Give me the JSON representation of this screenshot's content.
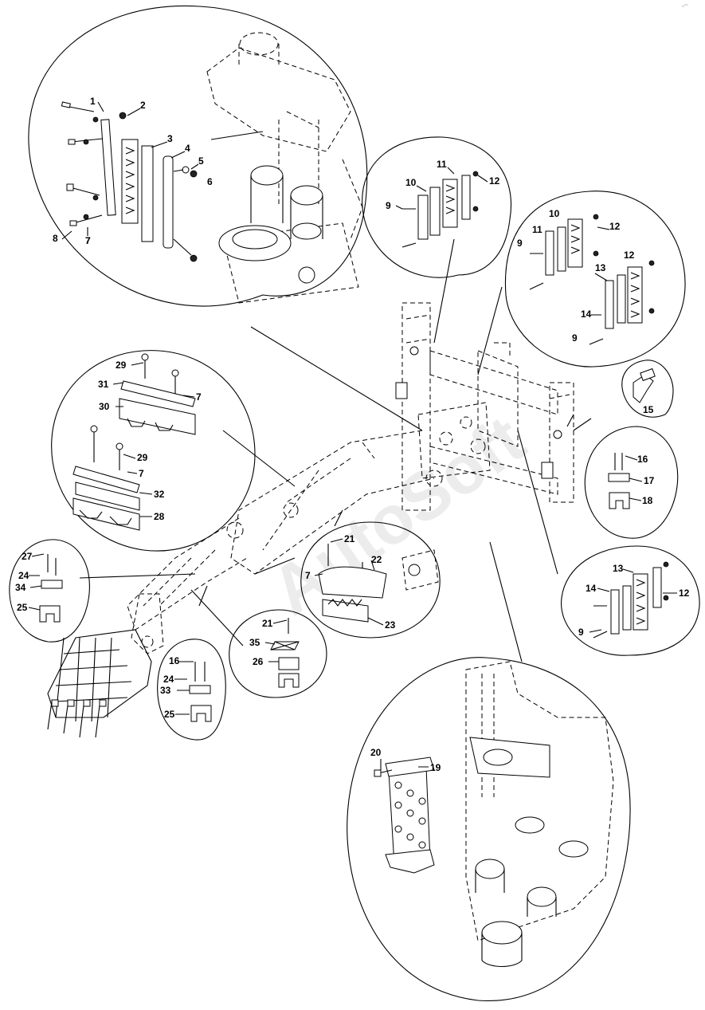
{
  "watermark": "AutoSoft",
  "corner_mark": "▫ᵔᵔ",
  "callouts": [
    "1",
    "2",
    "3",
    "4",
    "5",
    "6",
    "7",
    "8",
    "7",
    "9",
    "10",
    "11",
    "12",
    "9",
    "10",
    "11",
    "12",
    "9",
    "13",
    "14",
    "12",
    "15",
    "16",
    "17",
    "18",
    "29",
    "31",
    "7",
    "30",
    "29",
    "7",
    "32",
    "28",
    "27",
    "24",
    "34",
    "25",
    "21",
    "7",
    "22",
    "23",
    "21",
    "35",
    "26",
    "16",
    "24",
    "33",
    "25",
    "13",
    "14",
    "12",
    "9",
    "20",
    "19"
  ]
}
